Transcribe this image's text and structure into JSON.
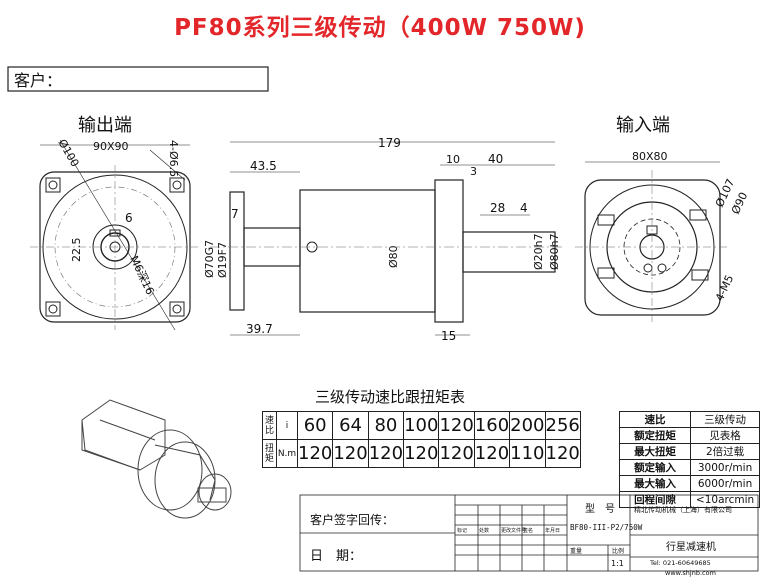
{
  "title": "PF80系列三级传动（400W 750W)",
  "customer_label": "客户：",
  "output_end": {
    "label": "输出端",
    "dims": {
      "square": "90X90",
      "pcd": "Ø100",
      "holes": "4-Ø6.5",
      "key": "6",
      "center": "22.5",
      "thread": "M6深16"
    }
  },
  "input_end": {
    "label": "输入端",
    "dims": {
      "square": "80X80",
      "pcd": "Ø107",
      "bore": "Ø90",
      "thread": "4-M5"
    }
  },
  "side_view": {
    "dims": {
      "total": "179",
      "d43": "43.5",
      "d10": "10",
      "d40": "40",
      "d3": "3",
      "d7": "7",
      "d28": "28",
      "d4": "4",
      "d39": "39.7",
      "d15": "15",
      "shaft1": "Ø70G7",
      "shaft2": "Ø19F7",
      "body": "Ø80",
      "in1": "Ø20h7",
      "in2": "Ø80h7"
    }
  },
  "ratio_table": {
    "title": "三级传动速比跟扭矩表",
    "ratio_label": "速比",
    "i_label": "i",
    "torque_label": "扭矩",
    "nm_label": "N.m",
    "ratios": [
      "60",
      "64",
      "80",
      "100",
      "120",
      "160",
      "200",
      "256"
    ],
    "torques": [
      "120",
      "120",
      "120",
      "120",
      "120",
      "120",
      "110",
      "120"
    ]
  },
  "spec_table": [
    {
      "key": "速比",
      "value": "三级传动"
    },
    {
      "key": "额定扭矩",
      "value": "见表格"
    },
    {
      "key": "最大扭矩",
      "value": "2倍过载"
    },
    {
      "key": "额定输入",
      "value": "3000r/min"
    },
    {
      "key": "最大输入",
      "value": "6000r/min"
    },
    {
      "key": "回程间隙",
      "value": "<10arcmin"
    }
  ],
  "title_block": {
    "sign_label": "客户签字回传：",
    "date_label": "日　期：",
    "model_label": "型　号",
    "model_value": "BF80-III-P2/750W",
    "company": "精北传动机械（上海）有限公司",
    "product": "行星减速机",
    "phone": "Tel: 021-60649685",
    "website": "www.shjnb.com",
    "scale": "1:1",
    "weight_label": "重量",
    "scale_label": "比例",
    "header_cells": [
      "标记",
      "处数",
      "更改文件号",
      "签名",
      "年月日"
    ]
  }
}
